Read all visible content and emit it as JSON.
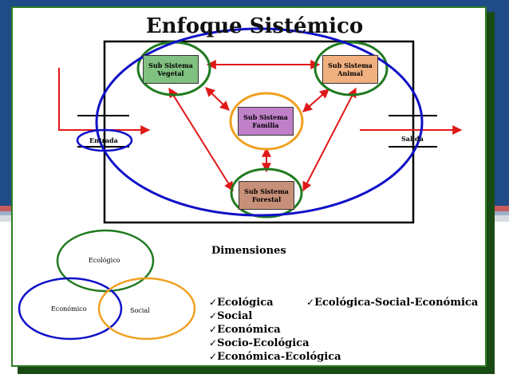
{
  "slide": {
    "title": "Enfoque Sistémico",
    "colors": {
      "background_blue": "#1f4b86",
      "panel_border": "#2f7d24",
      "arrow_red": "#e01818",
      "system_ellipse_blue": "#1010c8",
      "green_ring": "#1f7a1f",
      "orange_ring": "#f0a020"
    }
  },
  "diagram": {
    "subsystems": {
      "vegetal": {
        "line1": "Sub Sistema",
        "line2": "Vegetal",
        "fill": "#80c080"
      },
      "animal": {
        "line1": "Sub Sistema",
        "line2": "Animal",
        "fill": "#f0b080"
      },
      "familia": {
        "line1": "Sub Sistema",
        "line2": "Familia",
        "fill": "#c080c8"
      },
      "forestal": {
        "line1": "Sub Sistema",
        "line2": "Forestal",
        "fill": "#c89078"
      }
    },
    "entrada_label": "Entrada",
    "salida_label": "Salida"
  },
  "venn": {
    "ecologico": "Ecológico",
    "economico": "Económico",
    "social": "Social"
  },
  "dimensions": {
    "heading": "Dimensiones",
    "check_glyph": "✓",
    "items": [
      "Ecológica",
      "Social",
      "Económica",
      "Socio-Ecológica",
      "Económica-Ecológica"
    ],
    "extra": "Ecológica-Social-Económica"
  }
}
